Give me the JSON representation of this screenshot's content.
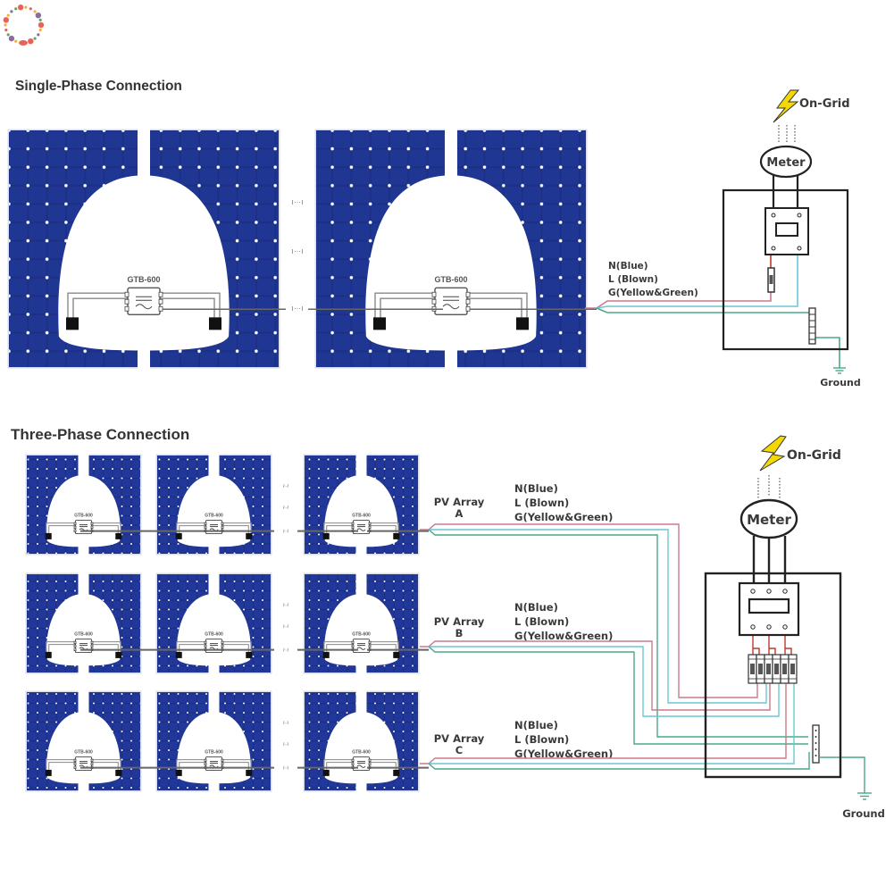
{
  "sections": {
    "single_phase": {
      "title": "Single-Phase Connection",
      "inverter_label": "GTB-600",
      "continuation_mark": "≀···≀",
      "wire_labels": [
        "N(Blue)",
        "L (Blown)",
        "G(Yellow&Green)"
      ],
      "grid_label": "On-Grid",
      "meter_label": "Meter",
      "ground_label": "Ground",
      "panel_pairs": 2
    },
    "three_phase": {
      "title": "Three-Phase Connection",
      "inverter_label": "GTB-600",
      "continuation_mark": "≀·≀",
      "arrays": [
        {
          "label": "PV Array",
          "letter": "A",
          "wire_labels": [
            "N(Blue)",
            "L (Blown)",
            "G(Yellow&Green)"
          ]
        },
        {
          "label": "PV Array",
          "letter": "B",
          "wire_labels": [
            "N(Blue)",
            "L (Blown)",
            "G(Yellow&Green)"
          ]
        },
        {
          "label": "PV Array",
          "letter": "C",
          "wire_labels": [
            "N(Blue)",
            "L (Blown)",
            "G(Yellow&Green)"
          ]
        }
      ],
      "grid_label": "On-Grid",
      "meter_label": "Meter",
      "ground_label": "Ground",
      "panel_pairs_per_array": 3
    }
  },
  "colors": {
    "panel_blue": "#1b2f86",
    "cell_line": "#8fa0d8",
    "wire_neutral": "#6cc6d8",
    "wire_live": "#c97a8a",
    "wire_ground": "#4aa88a",
    "bolt_yellow": "#f4d800",
    "outline": "#222222"
  },
  "icons": {
    "grid": "lightning-bolt-icon",
    "ground": "ground-symbol-icon",
    "inverter": "micro-inverter-icon",
    "breaker": "circuit-breaker-icon",
    "logo": "floral-wreath-icon"
  }
}
